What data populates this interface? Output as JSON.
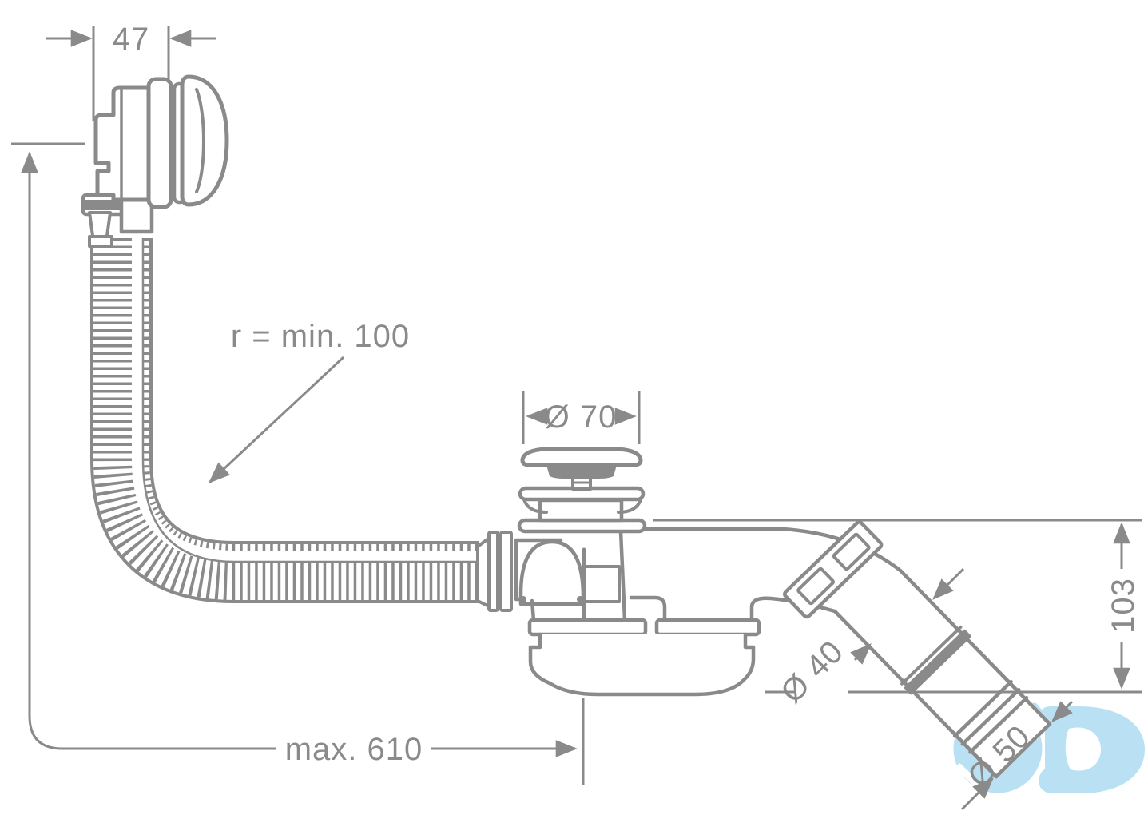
{
  "drawing": {
    "type": "technical-dimension-diagram",
    "subject": "bathtub waste and overflow set with flexible hose and trap",
    "colors": {
      "line": "#8a8a8a",
      "text": "#8a8a8a",
      "watermark": "#bae1f3",
      "background": "#ffffff"
    },
    "dimensions": {
      "overflow_depth": "47",
      "hose_bend_radius": "r = min. 100",
      "plug_diameter": "Ø 70",
      "outlet_height": "103",
      "outlet_pipe_diameter": "Ø 40",
      "spigot_diameter": "Ø 50",
      "max_hose_length": "max. 610"
    },
    "watermark_icon": "cd-watermark-logo"
  }
}
